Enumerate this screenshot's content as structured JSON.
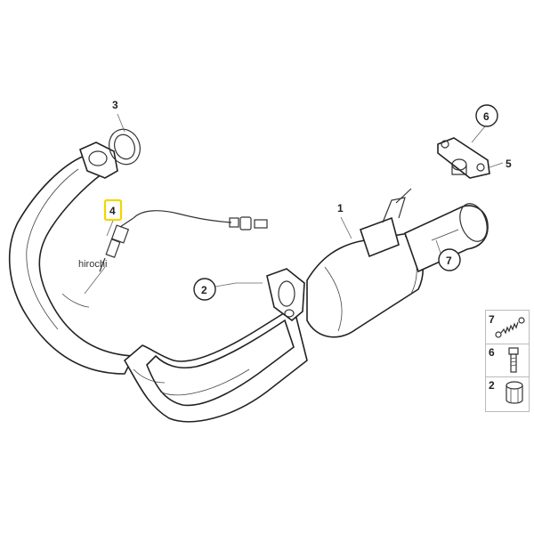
{
  "diagram": {
    "watermark": "hirochi",
    "callouts": {
      "exhaust_manifold": "2",
      "gasket": "3",
      "oxygen_sensor": "4",
      "mounting_bracket": "5",
      "bracket_bolt": "6",
      "clamp_spring": "7",
      "catalytic_converter": "1"
    },
    "highlight_color": "#f5d400"
  },
  "legend": {
    "items": [
      {
        "number": "7",
        "icon": "spring-icon"
      },
      {
        "number": "6",
        "icon": "bolt-icon"
      },
      {
        "number": "2",
        "icon": "nut-icon"
      }
    ]
  }
}
